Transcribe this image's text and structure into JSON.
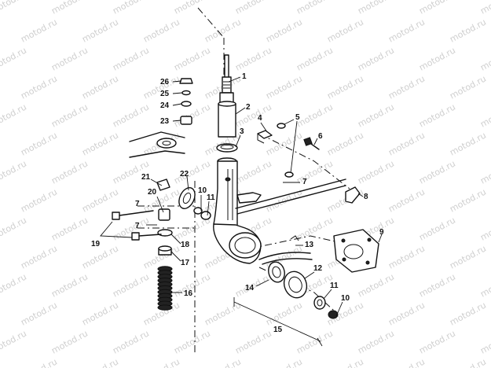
{
  "watermark": {
    "text": "motod.ru"
  },
  "callouts": [
    {
      "n": "1"
    },
    {
      "n": "2"
    },
    {
      "n": "3"
    },
    {
      "n": "4"
    },
    {
      "n": "5"
    },
    {
      "n": "6"
    },
    {
      "n": "7"
    },
    {
      "n": "7"
    },
    {
      "n": "7"
    },
    {
      "n": "8"
    },
    {
      "n": "9"
    },
    {
      "n": "10"
    },
    {
      "n": "10"
    },
    {
      "n": "11"
    },
    {
      "n": "11"
    },
    {
      "n": "12"
    },
    {
      "n": "13"
    },
    {
      "n": "14"
    },
    {
      "n": "15"
    },
    {
      "n": "16"
    },
    {
      "n": "17"
    },
    {
      "n": "18"
    },
    {
      "n": "19"
    },
    {
      "n": "20"
    },
    {
      "n": "21"
    },
    {
      "n": "22"
    },
    {
      "n": "23"
    },
    {
      "n": "24"
    },
    {
      "n": "25"
    },
    {
      "n": "26"
    }
  ]
}
